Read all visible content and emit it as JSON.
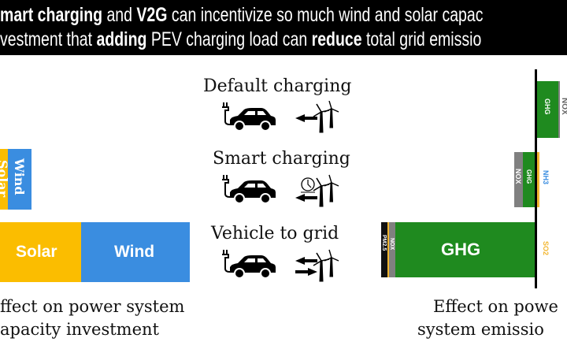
{
  "banner": {
    "line1": [
      {
        "text": "mart charging",
        "bold": true
      },
      {
        "text": " and ",
        "bold": false
      },
      {
        "text": "V2G",
        "bold": true
      },
      {
        "text": " can incentivize so much wind and solar capac",
        "bold": false
      }
    ],
    "line2": [
      {
        "text": "vestment that ",
        "bold": false
      },
      {
        "text": "adding",
        "bold": true
      },
      {
        "text": " PEV charging load can ",
        "bold": false
      },
      {
        "text": "reduce",
        "bold": true
      },
      {
        "text": " total grid emissio",
        "bold": false
      }
    ]
  },
  "scenarios": [
    {
      "title": "Default charging",
      "icons": [
        "car-plug-icon",
        "arrow-left-icon",
        "wind-turbine-icon"
      ]
    },
    {
      "title": "Smart charging",
      "icons": [
        "car-plug-icon",
        "clock-icon",
        "arrow-left-icon",
        "wind-turbine-icon"
      ]
    },
    {
      "title": "Vehicle to grid",
      "icons": [
        "car-plug-icon",
        "arrow-bidirectional-icon",
        "wind-turbine-icon"
      ]
    }
  ],
  "capacity": {
    "smart": {
      "solar": "Solar",
      "wind": "Wind"
    },
    "v2g": {
      "solar": "Solar",
      "wind": "Wind"
    },
    "caption_line1": "ffect on power system",
    "caption_line2": "apacity investment"
  },
  "emissions": {
    "default": {
      "ghg": "GHG",
      "nox": "NOX"
    },
    "smart": {
      "ghg": "GHG",
      "nox": "NOX",
      "nh3": "NH3"
    },
    "v2g": {
      "ghg": "GHG",
      "nox": "NOX",
      "pm25": "PM2.5",
      "so2": "SO2"
    },
    "caption_line1": "Effect on powe",
    "caption_line2": "system emissio"
  },
  "colors": {
    "solar": "#fbbd00",
    "wind": "#3a8de0",
    "ghg": "#1f8a1f",
    "nox": "#808080",
    "so2": "#f2b630",
    "nh3": "#3a8de0",
    "pm25": "#111111",
    "banner": "#000000"
  }
}
